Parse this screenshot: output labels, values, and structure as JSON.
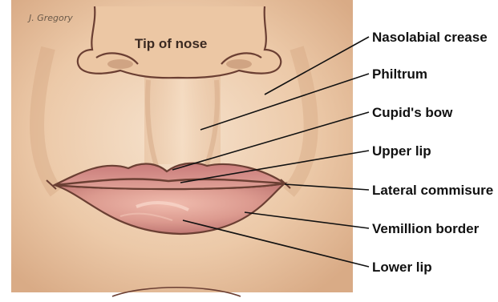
{
  "signature": "J. Gregory",
  "nose_label": "Tip of nose",
  "labels": [
    {
      "key": "nasolabial",
      "text": "Nasolabial crease"
    },
    {
      "key": "philtrum",
      "text": "Philtrum"
    },
    {
      "key": "cupids_bow",
      "text": "Cupid's bow"
    },
    {
      "key": "upper_lip",
      "text": "Upper lip"
    },
    {
      "key": "lateral_commisure",
      "text": "Lateral commisure"
    },
    {
      "key": "vermillion_border",
      "text": "Vemillion border"
    },
    {
      "key": "lower_lip",
      "text": "Lower lip"
    }
  ],
  "colors": {
    "skin_light": "#f3dcc4",
    "skin_mid": "#e4bf9c",
    "skin_shadow": "#c99a78",
    "lip": "#d88f86",
    "lip_dark": "#b5666a",
    "outline": "#6b3f33"
  }
}
